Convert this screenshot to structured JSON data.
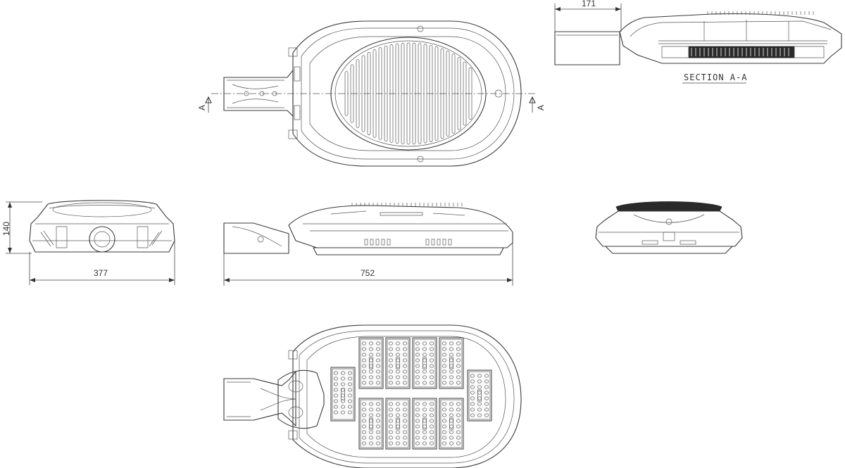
{
  "dimensions": {
    "section_offset": "171",
    "side_height": "140",
    "front_width": "377",
    "side_length": "752"
  },
  "labels": {
    "section_title": "SECTION A-A",
    "section_marker_left": "A",
    "section_marker_right": "A"
  },
  "colors": {
    "line": "#3a3a3a",
    "background": "#ffffff"
  }
}
